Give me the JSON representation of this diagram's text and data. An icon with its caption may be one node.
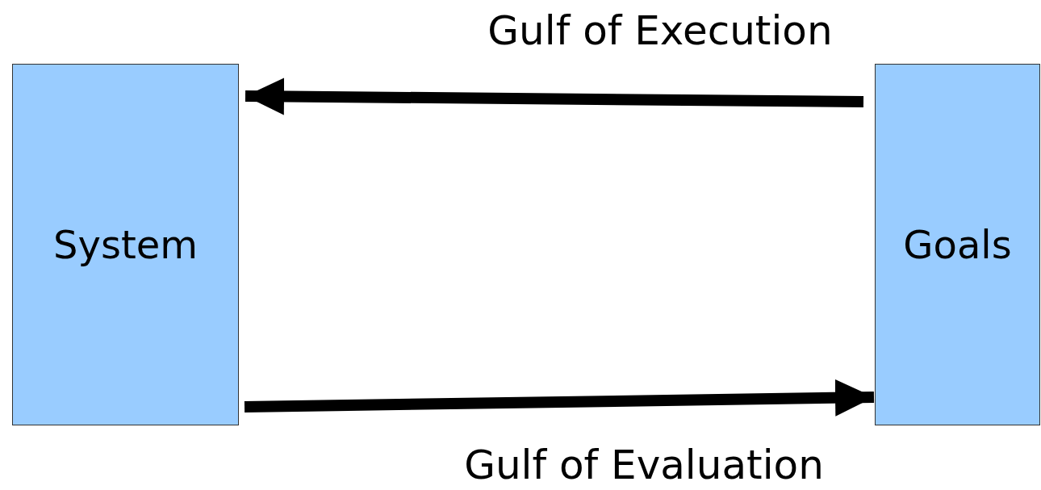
{
  "diagram": {
    "nodes": [
      {
        "text": [
          "System"
        ]
      },
      {
        "text": [
          "Goals"
        ]
      }
    ],
    "edges": [
      {
        "from": 1,
        "to": 0,
        "arrow": "to",
        "label": "Gulf of Execution"
      },
      {
        "from": 0,
        "to": 1,
        "arrow": "to",
        "label": "Gulf of Evaluation"
      }
    ]
  }
}
